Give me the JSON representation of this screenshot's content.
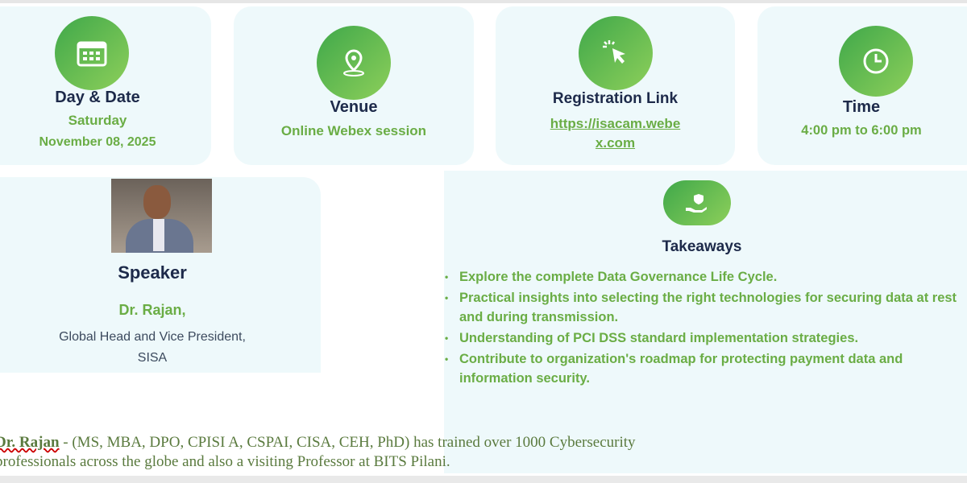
{
  "cards": {
    "date": {
      "title": "Day & Date",
      "line1": "Saturday",
      "line2": "November 08, 2025",
      "icon": "calendar-icon"
    },
    "venue": {
      "title": "Venue",
      "line1": "Online Webex session",
      "icon": "location-pin-icon"
    },
    "registration": {
      "title": "Registration Link",
      "link": "https://isacam.webex.com",
      "link_line1": "https://isacam.webe",
      "link_line2": "x.com",
      "icon": "cursor-click-icon"
    },
    "time": {
      "title": "Time",
      "line1": "4:00 pm to 6:00 pm",
      "icon": "clock-icon"
    }
  },
  "speaker": {
    "heading": "Speaker",
    "name": "Dr. Rajan,",
    "role": "Global Head and Vice President,",
    "org": "SISA"
  },
  "takeaways": {
    "heading": "Takeaways",
    "items": [
      "Explore the complete Data Governance Life Cycle.",
      "Practical insights into selecting the right technologies for securing data at rest and during transmission.",
      "Understanding of PCI DSS standard implementation strategies.",
      "Contribute to organization's roadmap for protecting payment data and information security."
    ]
  },
  "bio": {
    "name": "Dr. Rajan",
    "text1": " - (MS, MBA, DPO, CPISI A, CSPAI, CISA, CEH, PhD) has trained over 1000 Cybersecurity",
    "text2": "professionals across the globe and also a visiting Professor at BITS Pilani."
  },
  "colors": {
    "accent": "#6aad45",
    "heading": "#1d2a4a",
    "card": "#eef9fb"
  }
}
